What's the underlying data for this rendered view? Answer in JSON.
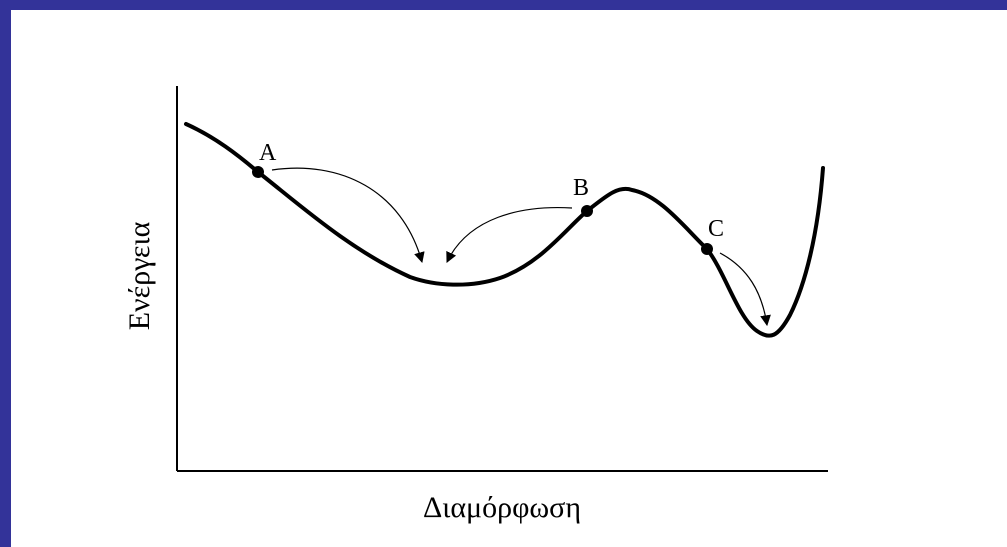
{
  "colors": {
    "frame": "#333399",
    "background": "#ffffff",
    "ink": "#000000"
  },
  "axes": {
    "y_label": "Ενέργεια",
    "x_label": "Διαμόρφωση"
  },
  "points": [
    {
      "label": "A"
    },
    {
      "label": "B"
    },
    {
      "label": "C"
    }
  ]
}
